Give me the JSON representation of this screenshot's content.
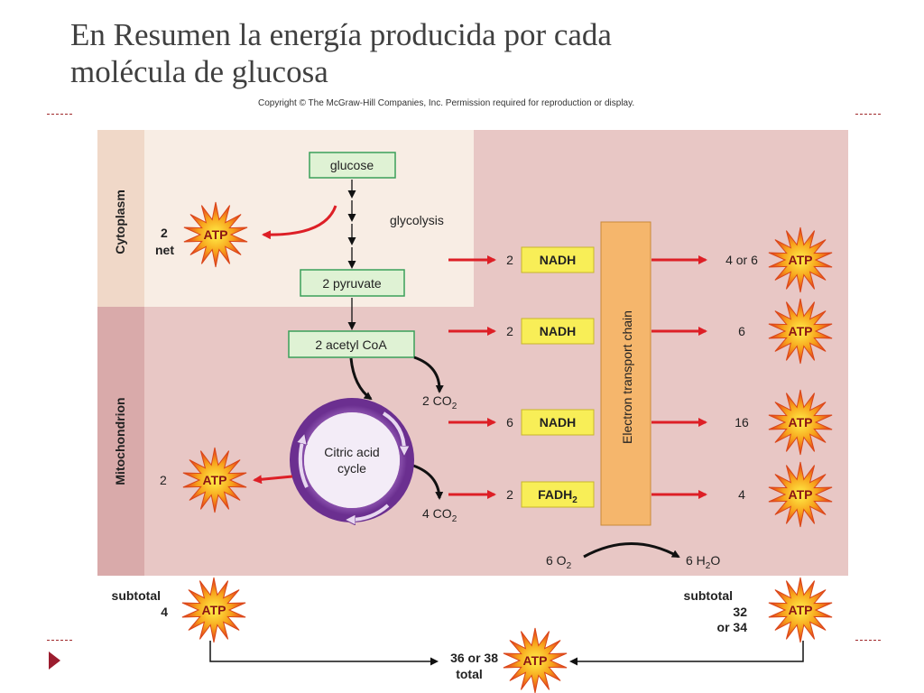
{
  "slide": {
    "title_line1": "En Resumen la energía producida por cada",
    "title_line2": "molécula de glucosa",
    "copyright": "Copyright © The McGraw-Hill Companies, Inc. Permission required for reproduction or display."
  },
  "regions": {
    "cytoplasm": "Cytoplasm",
    "mitochondrion": "Mitochondrion"
  },
  "molecules": {
    "glucose": "glucose",
    "glycolysis": "glycolysis",
    "pyruvate": "2 pyruvate",
    "acetyl_coa": "2 acetyl CoA",
    "citric_line1": "Citric acid",
    "citric_line2": "cycle",
    "co2_first": "2 CO",
    "co2_second": "4 CO",
    "co2_sub": "2"
  },
  "etc": {
    "label": "Electron transport chain"
  },
  "carriers": [
    {
      "count": "2",
      "name": "NADH",
      "name_sub": "",
      "atp": "4 or 6"
    },
    {
      "count": "2",
      "name": "NADH",
      "name_sub": "",
      "atp": "6"
    },
    {
      "count": "6",
      "name": "NADH",
      "name_sub": "",
      "atp": "16"
    },
    {
      "count": "2",
      "name": "FADH",
      "name_sub": "2",
      "atp": "4"
    }
  ],
  "atp_label": "ATP",
  "glycolysis_atp": {
    "count": "2",
    "net": "net"
  },
  "citric_atp": {
    "count": "2"
  },
  "oxygen": {
    "o2_text": "6 O",
    "o2_sub": "2",
    "h2o_text": "6 H",
    "h2o_sub": "2",
    "h2o_end": "O"
  },
  "subtotals": {
    "left_label": "subtotal",
    "left_value": "4",
    "right_label": "subtotal",
    "right_value": "32",
    "right_value2": "or 34"
  },
  "total": {
    "value": "36 or 38",
    "label": "total"
  },
  "colors": {
    "panel": "#e8c7c5",
    "cytoplasm": "#f8ede4",
    "band_cyto": "#f0d8c8",
    "band_mito": "#d9aaaa",
    "green_box": "#dff2d4",
    "yellow_box": "#f8ee57",
    "etc": "#f5b66c",
    "red_arrow": "#dd1f26",
    "cycle": "#7b3f9c"
  }
}
